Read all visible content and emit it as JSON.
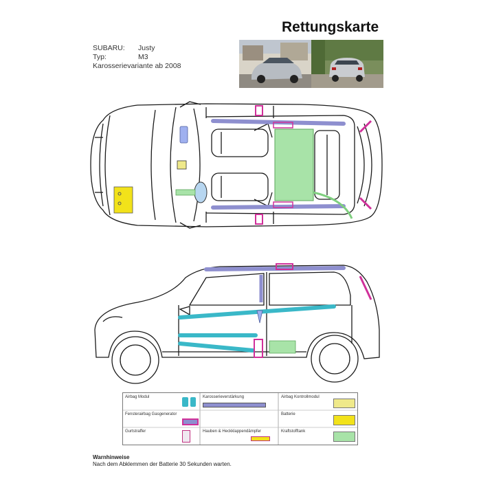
{
  "title": "Rettungskarte",
  "vehicle": {
    "make_label": "SUBARU:",
    "make_value": "Justy",
    "type_label": "Typ:",
    "type_value": "M3",
    "variant": "Karosserievariante ab 2008"
  },
  "colors": {
    "outline": "#1a1a1a",
    "airbag": "#3ab8c8",
    "reinforcement": "#8e8fcf",
    "control_module": "#efe98a",
    "battery": "#f2e21a",
    "fuel_tank": "#a8e3a8",
    "gas_generator": "#d0309a",
    "belt_tensioner": "#c03080",
    "strut": "#7fcf7f"
  },
  "legend": {
    "airbag_module": "Airbag Modul",
    "body_reinforcement": "Karosserieverstärkung",
    "airbag_control_module": "Airbag Kontrollmodul",
    "window_airbag_gas_generator": "Fensterairbag Gasgenerator",
    "battery": "Batterie",
    "belt_tensioner": "Gurtstraffer",
    "hood_tailgate_strut": "Hauben & Heckklappendämpfer",
    "fuel_tank": "Kraftstofftank"
  },
  "warning": {
    "heading": "Warnhinweise",
    "text": "Nach dem Abklemmen der Batterie 30 Sekunden warten."
  }
}
